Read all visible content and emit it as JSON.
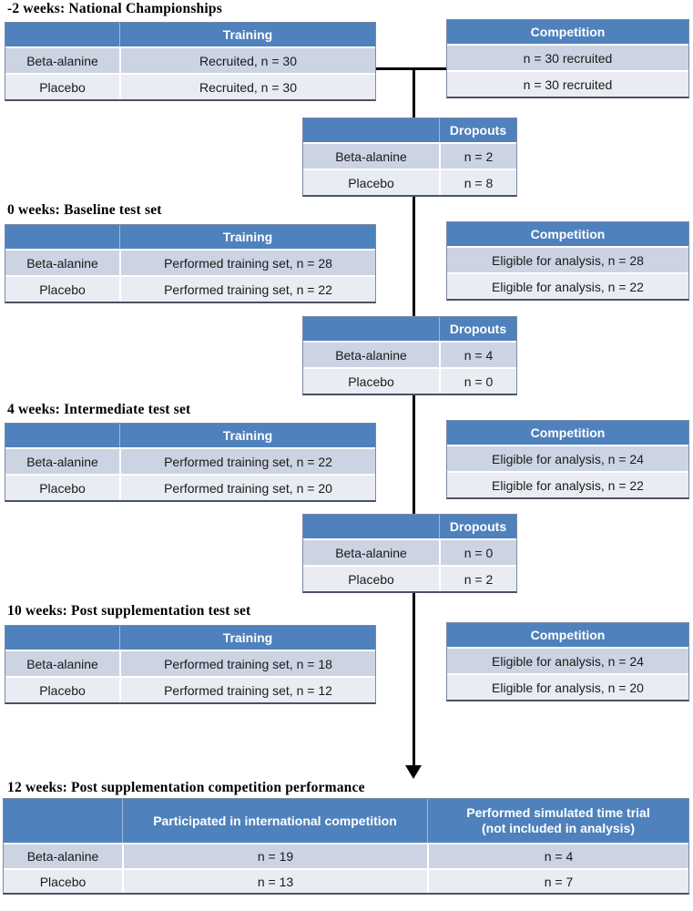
{
  "colors": {
    "header_blue": "#4f81bd",
    "row_dark": "#ccd3e2",
    "row_light": "#eaecf3",
    "table_border": "#7a89a5",
    "flow_line": "#000000",
    "header_text": "#ffffff",
    "body_text": "#1a1a1a"
  },
  "sections": [
    {
      "title": "-2 weeks: National Championships",
      "training": {
        "header": "Training",
        "rows": [
          {
            "label": "Beta-alanine",
            "value": "Recruited, n = 30"
          },
          {
            "label": "Placebo",
            "value": "Recruited, n = 30"
          }
        ]
      },
      "competition": {
        "header": "Competition",
        "rows": [
          "n = 30 recruited",
          "n = 30 recruited"
        ]
      }
    },
    {
      "title": "0 weeks: Baseline test set",
      "training": {
        "header": "Training",
        "rows": [
          {
            "label": "Beta-alanine",
            "value": "Performed training set, n = 28"
          },
          {
            "label": "Placebo",
            "value": "Performed training set, n = 22"
          }
        ]
      },
      "competition": {
        "header": "Competition",
        "rows": [
          "Eligible for analysis, n = 28",
          "Eligible for analysis, n = 22"
        ]
      }
    },
    {
      "title": "4 weeks: Intermediate test set",
      "training": {
        "header": "Training",
        "rows": [
          {
            "label": "Beta-alanine",
            "value": "Performed training set, n = 22"
          },
          {
            "label": "Placebo",
            "value": "Performed training set, n = 20"
          }
        ]
      },
      "competition": {
        "header": "Competition",
        "rows": [
          "Eligible for analysis, n = 24",
          "Eligible for analysis, n = 22"
        ]
      }
    },
    {
      "title": "10 weeks: Post supplementation test set",
      "training": {
        "header": "Training",
        "rows": [
          {
            "label": "Beta-alanine",
            "value": "Performed training set, n = 18"
          },
          {
            "label": "Placebo",
            "value": "Performed training set, n = 12"
          }
        ]
      },
      "competition": {
        "header": "Competition",
        "rows": [
          "Eligible for analysis, n = 24",
          "Eligible for analysis, n = 20"
        ]
      }
    }
  ],
  "dropouts": [
    {
      "header": "Dropouts",
      "rows": [
        {
          "label": "Beta-alanine",
          "value": "n = 2"
        },
        {
          "label": "Placebo",
          "value": "n = 8"
        }
      ]
    },
    {
      "header": "Dropouts",
      "rows": [
        {
          "label": "Beta-alanine",
          "value": "n = 4"
        },
        {
          "label": "Placebo",
          "value": "n = 0"
        }
      ]
    },
    {
      "header": "Dropouts",
      "rows": [
        {
          "label": "Beta-alanine",
          "value": "n = 0"
        },
        {
          "label": "Placebo",
          "value": "n = 2"
        }
      ]
    }
  ],
  "final": {
    "title": "12 weeks: Post supplementation competition performance",
    "col1_header": "Participated in international competition",
    "col2_header_line1": "Performed simulated time trial",
    "col2_header_line2": "(not included in analysis)",
    "rows": [
      {
        "label": "Beta-alanine",
        "v1": "n = 19",
        "v2": "n = 4"
      },
      {
        "label": "Placebo",
        "v1": "n = 13",
        "v2": "n = 7"
      }
    ]
  }
}
